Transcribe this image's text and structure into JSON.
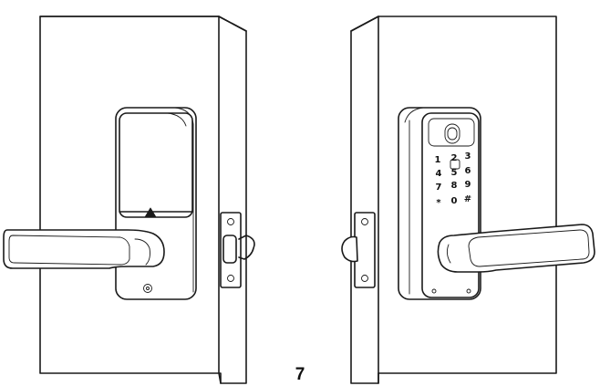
{
  "keypad": {
    "rows": [
      [
        "1",
        "2",
        "3"
      ],
      [
        "4",
        "5",
        "6"
      ],
      [
        "7",
        "8",
        "9"
      ],
      [
        "*",
        "0",
        "#"
      ]
    ]
  },
  "page_number": "7"
}
